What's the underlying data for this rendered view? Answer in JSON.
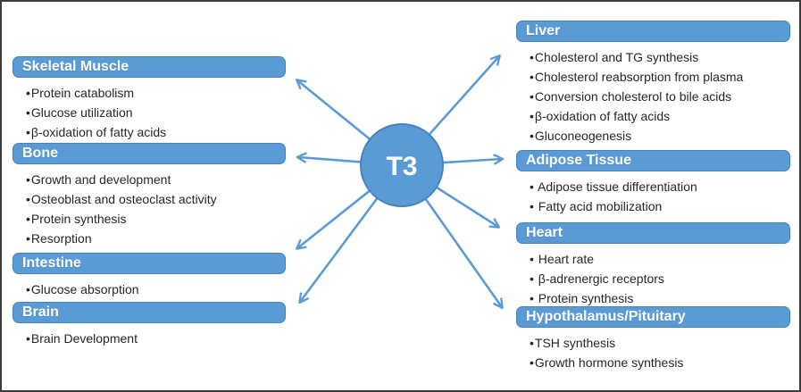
{
  "diagram": {
    "title": "T3 target tissues diagram",
    "center": {
      "label": "T3"
    },
    "left_boxes": [
      {
        "title": "Skeletal Muscle",
        "items": [
          "Protein catabolism",
          "Glucose utilization",
          "β-oxidation of fatty acids"
        ]
      },
      {
        "title": "Bone",
        "items": [
          "Growth and development",
          "Osteoblast and osteoclast activity",
          "Protein synthesis",
          "Resorption"
        ]
      },
      {
        "title": "Intestine",
        "items": [
          "Glucose absorption"
        ]
      },
      {
        "title": "Brain",
        "items": [
          "Brain Development"
        ]
      }
    ],
    "right_boxes": [
      {
        "title": "Liver",
        "items": [
          "Cholesterol and TG synthesis",
          "Cholesterol reabsorption from plasma",
          "Conversion cholesterol to bile acids",
          "β-oxidation of fatty acids",
          "Gluconeogenesis"
        ]
      },
      {
        "title": "Adipose Tissue",
        "items": [
          " Adipose tissue differentiation",
          " Fatty acid mobilization"
        ]
      },
      {
        "title": "Heart",
        "items": [
          " Heart rate",
          " β-adrenergic receptors",
          " Protein synthesis"
        ]
      },
      {
        "title": "Hypothalamus/Pituitary",
        "items": [
          "TSH synthesis",
          "Growth hormone synthesis"
        ]
      }
    ],
    "connections": [
      {
        "from": "T3",
        "to": "Skeletal Muscle"
      },
      {
        "from": "T3",
        "to": "Bone"
      },
      {
        "from": "T3",
        "to": "Intestine"
      },
      {
        "from": "T3",
        "to": "Brain"
      },
      {
        "from": "T3",
        "to": "Liver"
      },
      {
        "from": "T3",
        "to": "Adipose Tissue"
      },
      {
        "from": "T3",
        "to": "Heart"
      },
      {
        "from": "T3",
        "to": "Hypothalamus/Pituitary"
      }
    ],
    "bullet_glyph": "•",
    "colors": {
      "box_fill": "#5B9BD5",
      "box_border": "#4583BF",
      "arrow": "#5B9BD5",
      "header_text": "#FFFFFF",
      "body_text": "#262626",
      "frame_border": "#3B3B3B"
    }
  }
}
